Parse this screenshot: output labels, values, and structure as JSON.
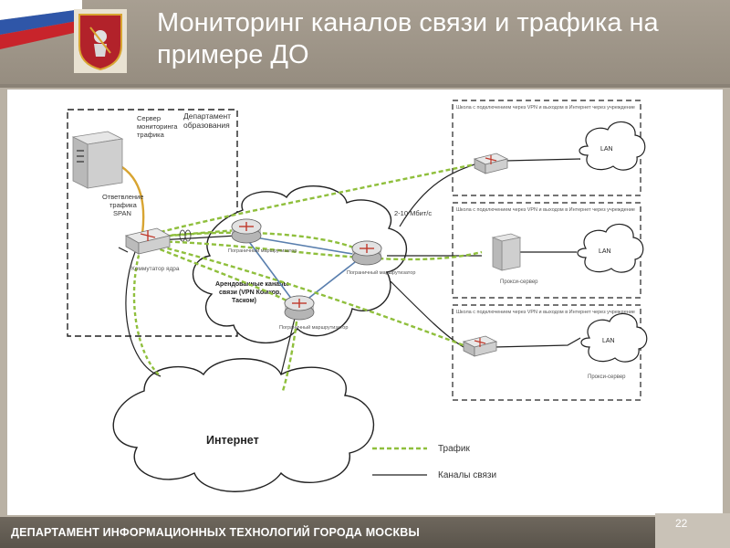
{
  "slide": {
    "title": "Мониторинг каналов связи и трафика на примере ДО",
    "footer": "ДЕПАРТАМЕНТ ИНФОРМАЦИОННЫХ ТЕХНОЛОГИЙ ГОРОДА МОСКВЫ",
    "page_number": "22"
  },
  "diagram": {
    "department_box_label": "Департамент образования",
    "monitoring_server_label": "Сервер мониторинга трафика",
    "span_label": "Ответвление трафика SPAN",
    "core_switch_label": "Коммутатор ядра",
    "lease_cloud_label": "Арендованные каналы связи (VPN Комкор, Таском)",
    "internet_label": "Интернет",
    "bandwidth_label": "2-10 Мбит/с",
    "border_router_label": "Пограничный маршрутизатор",
    "branches": [
      {
        "caption": "Школа с подключением через VPN и выходом в Интернет через учреждение",
        "lan": "LAN"
      },
      {
        "caption": "Школа с подключением через VPN и выходом в Интернет через учреждение",
        "lan": "LAN",
        "device": "Прокси-сервер"
      },
      {
        "caption": "Школа с подключением через VPN и выходом в Интернет через учреждение",
        "lan": "LAN",
        "device": "Прокси-сервер"
      }
    ],
    "legend": [
      {
        "label": "Трафик",
        "style": "dashed-green"
      },
      {
        "label": "Каналы связи",
        "style": "solid-black"
      }
    ]
  },
  "colors": {
    "traffic": "#8fbf3c",
    "channel": "#5a7fae",
    "accent_red": "#c0392b",
    "gold": "#d8a431"
  }
}
